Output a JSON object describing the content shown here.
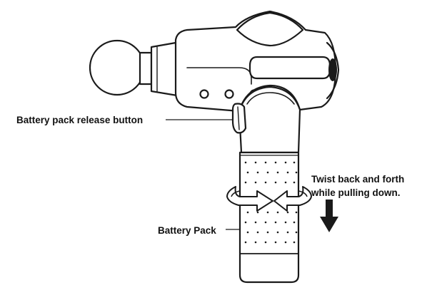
{
  "labels": {
    "release_button": "Battery pack release button",
    "battery_pack": "Battery Pack",
    "twist_line1": "Twist back and forth",
    "twist_line2": "while pulling down."
  },
  "colors": {
    "stroke": "#1a1a1a",
    "fill": "#ffffff",
    "arrow": "#1a1a1a"
  },
  "icons": {
    "rotate": "twist-arrows-icon",
    "down": "down-arrow-icon"
  }
}
